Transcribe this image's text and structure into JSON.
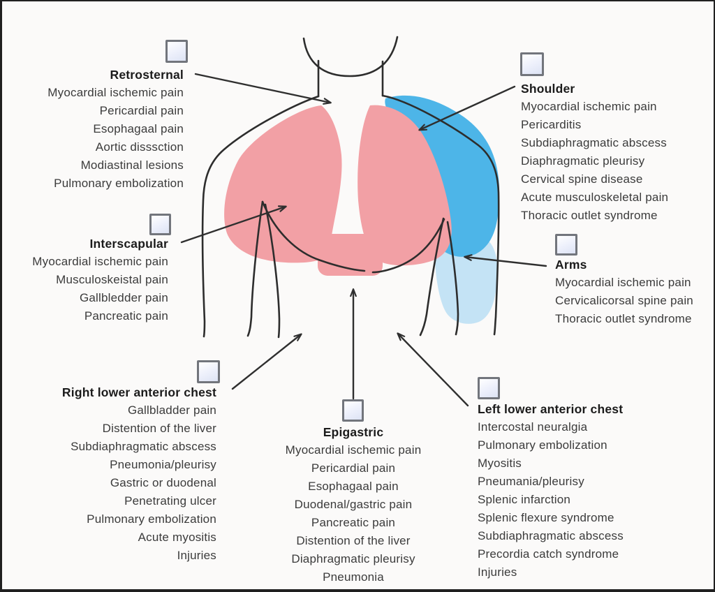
{
  "diagram": {
    "colors": {
      "chest_pink": "#f2a0a5",
      "shoulder_blue": "#4db5e8",
      "arm_light_blue": "#c4e3f5",
      "outline": "#2d2d2d",
      "checkbox_fill": "#e9edf9",
      "checkbox_border": "#72757c"
    },
    "regions": [
      {
        "id": "retrosternal",
        "label": "Retrosternal",
        "items": [
          "Myocardial ischemic pain",
          "Pericardial pain",
          "Esophagaal pain",
          "Aortic disssction",
          "Modiastinal lesions",
          "Pulmonary embolization"
        ]
      },
      {
        "id": "shoulder",
        "label": "Shoulder",
        "items": [
          "Myocardial ischemic pain",
          "Pericarditis",
          "Subdiaphragmatic abscess",
          "Diaphragmatic pleurisy",
          "Cervical spine disease",
          "Acute musculoskeletal pain",
          "Thoracic outlet syndrome"
        ]
      },
      {
        "id": "interscapular",
        "label": "Interscapular",
        "items": [
          "Myocardial ischemic pain",
          "Musculoskeistal pain",
          "Gallbledder pain",
          "Pancreatic pain"
        ]
      },
      {
        "id": "arms",
        "label": "Arms",
        "items": [
          "Myocardial ischemic pain",
          "Cervicalicorsal spine pain",
          "Thoracic outlet syndrome"
        ]
      },
      {
        "id": "right-lower-anterior-chest",
        "label": "Right lower anterior chest",
        "items": [
          "Gallbladder pain",
          "Distention of the liver",
          "Subdiaphragmatic abscess",
          "Pneumonia/pleurisy",
          "Gastric or duodenal",
          "Penetrating ulcer",
          "Pulmonary embolization",
          "Acute myositis",
          "Injuries"
        ]
      },
      {
        "id": "epigastric",
        "label": "Epigastric",
        "items": [
          "Myocardial ischemic pain",
          "Pericardial pain",
          "Esophagaal pain",
          "Duodenal/gastric pain",
          "Pancreatic pain",
          "Distention of the liver",
          "Diaphragmatic pleurisy",
          "Pneumonia"
        ]
      },
      {
        "id": "left-lower-anterior-chest",
        "label": "Left lower anterior chest",
        "items": [
          "Intercostal neuralgia",
          "Pulmonary embolization",
          "Myositis",
          "Pneumania/pleurisy",
          "Splenic infarction",
          "Splenic flexure syndrome",
          "Subdiaphragmatic abscess",
          "Precordia catch syndrome",
          "Injuries"
        ]
      }
    ]
  }
}
